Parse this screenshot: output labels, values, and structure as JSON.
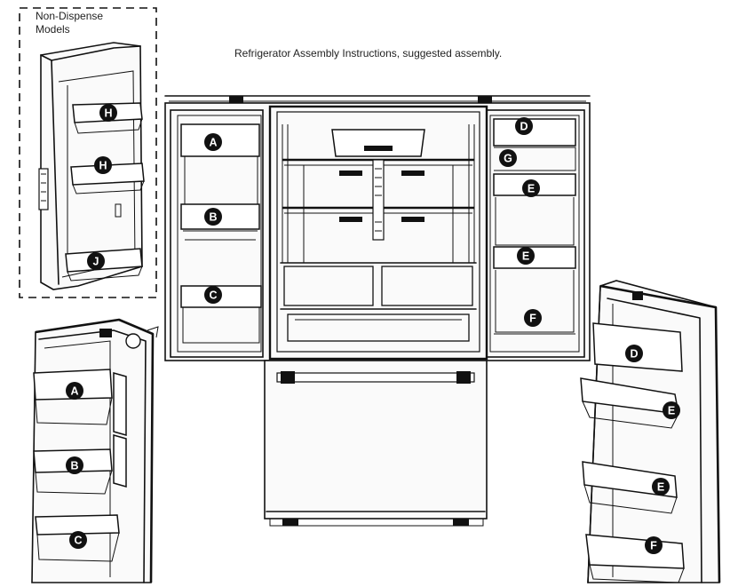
{
  "title": "Refrigerator Assembly Instructions, suggested assembly.",
  "inset_caption": [
    "Non-Dispense",
    "Models"
  ],
  "part_labels": {
    "left_door_bin_a": "A",
    "left_door_bin_b": "B",
    "left_door_bin_c": "C",
    "right_door_bin_d": "D",
    "right_door_bin_e_upper": "E",
    "right_door_bin_e_lower": "E",
    "right_door_bin_f": "F",
    "right_door_bin_g": "G",
    "nondispense_bin_h_upper": "H",
    "nondispense_bin_h_lower": "H",
    "nondispense_bin_j": "J"
  }
}
